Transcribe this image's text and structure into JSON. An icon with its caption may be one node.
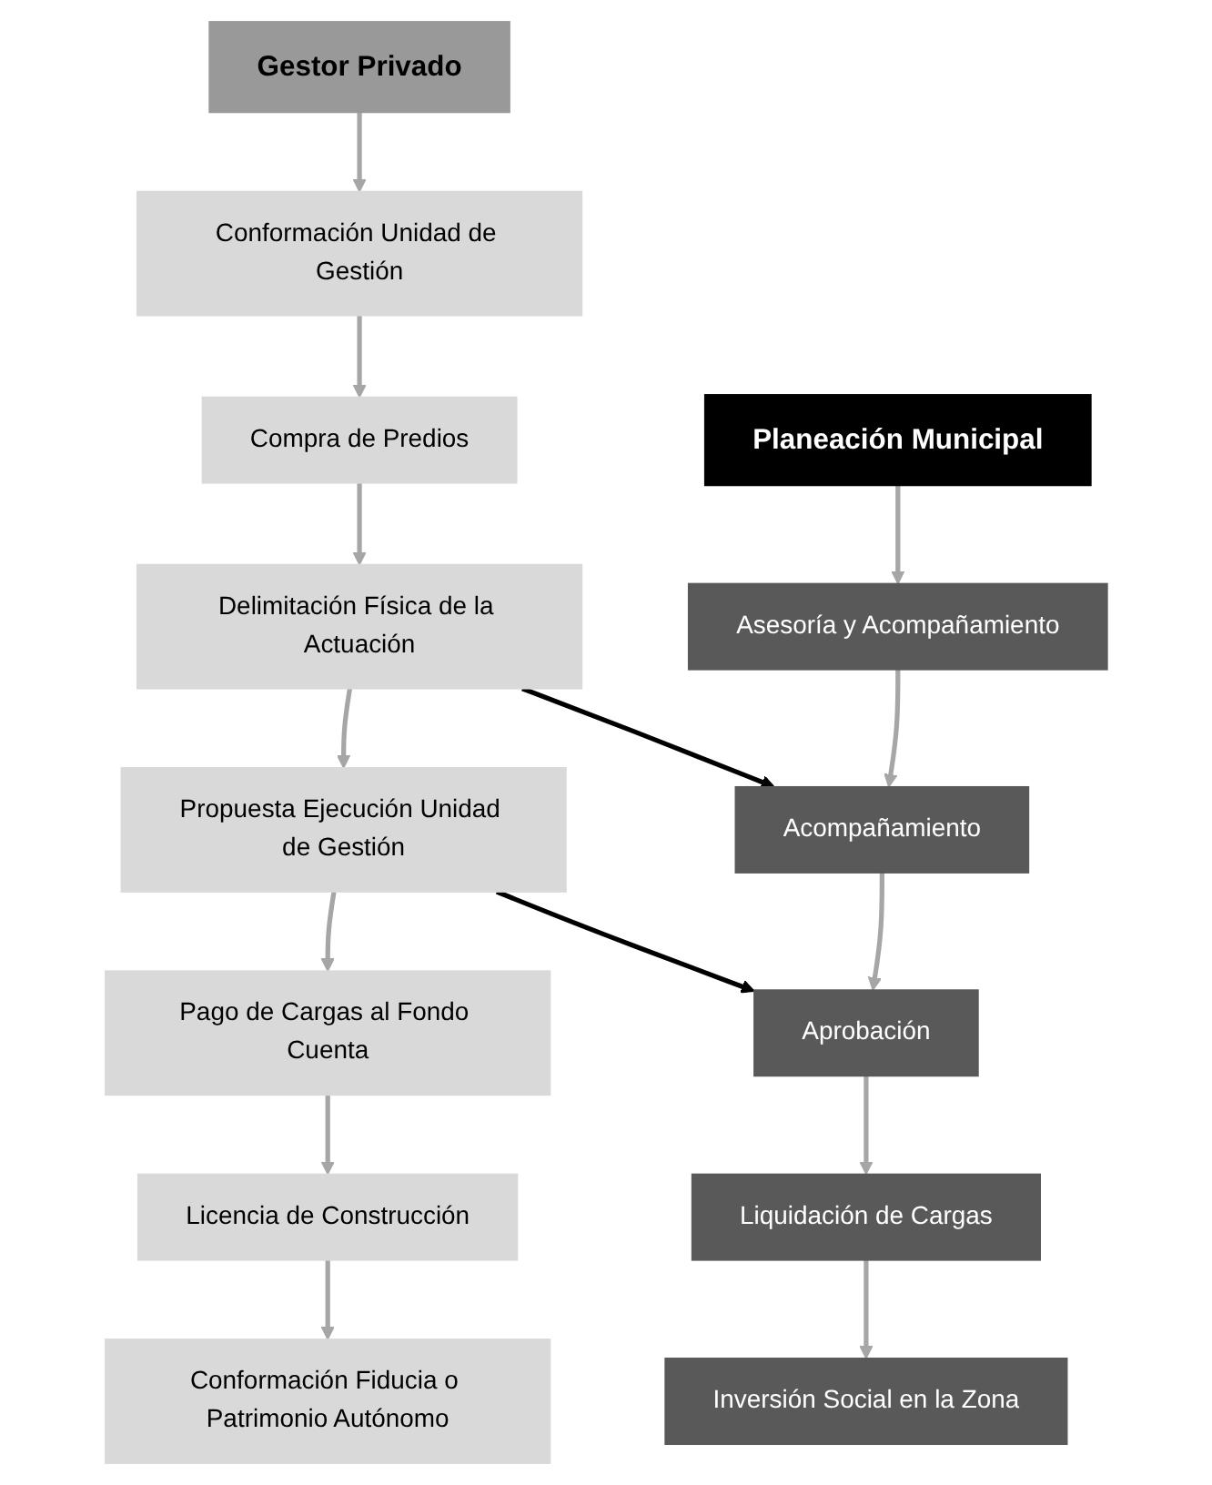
{
  "diagram": {
    "nodes": [
      {
        "text": [
          "Gestor Privado"
        ]
      },
      {
        "text": [
          "Conformación Unidad de Gestión"
        ]
      },
      {
        "text": [
          "Compra de Predios"
        ]
      },
      {
        "text": [
          "Delimitación Física de la Actuación"
        ]
      },
      {
        "text": [
          "Propuesta Ejecución Unidad de Gestión"
        ]
      },
      {
        "text": [
          "Pago de Cargas al Fondo Cuenta"
        ]
      },
      {
        "text": [
          "Licencia de Construcción"
        ]
      },
      {
        "text": [
          "Conformación Fiducia o Patrimonio Autónomo"
        ]
      },
      {
        "text": [
          "Planeación Municipal"
        ]
      },
      {
        "text": [
          "Asesoría y Acompañamiento"
        ]
      },
      {
        "text": [
          "Acompañamiento"
        ]
      },
      {
        "text": [
          "Aprobación"
        ]
      },
      {
        "text": [
          "Liquidación de Cargas"
        ]
      },
      {
        "text": [
          "Inversión Social en la Zona"
        ]
      }
    ],
    "edges": [
      {
        "from": 0,
        "to": 1,
        "arrow": "to"
      },
      {
        "from": 1,
        "to": 2,
        "arrow": "to"
      },
      {
        "from": 2,
        "to": 3,
        "arrow": "to"
      },
      {
        "from": 3,
        "to": 4,
        "arrow": "to"
      },
      {
        "from": 4,
        "to": 5,
        "arrow": "to"
      },
      {
        "from": 5,
        "to": 6,
        "arrow": "to"
      },
      {
        "from": 6,
        "to": 7,
        "arrow": "to"
      },
      {
        "from": 8,
        "to": 9,
        "arrow": "to"
      },
      {
        "from": 9,
        "to": 10,
        "arrow": "to"
      },
      {
        "from": 10,
        "to": 11,
        "arrow": "to"
      },
      {
        "from": 11,
        "to": 12,
        "arrow": "to"
      },
      {
        "from": 12,
        "to": 13,
        "arrow": "to"
      },
      {
        "from": 3,
        "to": 10,
        "arrow": "to",
        "color": "#000000"
      },
      {
        "from": 4,
        "to": 11,
        "arrow": "to",
        "color": "#000000"
      }
    ]
  }
}
